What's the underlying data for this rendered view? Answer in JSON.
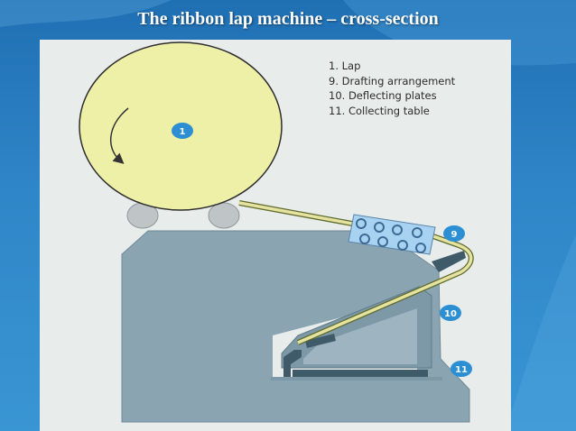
{
  "slide": {
    "title": "The ribbon lap machine – cross-section"
  },
  "legend": {
    "items": [
      "1. Lap",
      "9. Drafting arrangement",
      "10. Deflecting plates",
      "11. Collecting table"
    ]
  },
  "callouts": {
    "lap": "1",
    "drafting": "9",
    "deflecting": "10",
    "table": "11"
  },
  "colors": {
    "background": "#2f86c8",
    "figure": "#e8edec",
    "lap": "#eef0a8",
    "frame": "#8aa4b2",
    "callout": "#2c8fd4",
    "rollers": "#bfc5c7"
  }
}
